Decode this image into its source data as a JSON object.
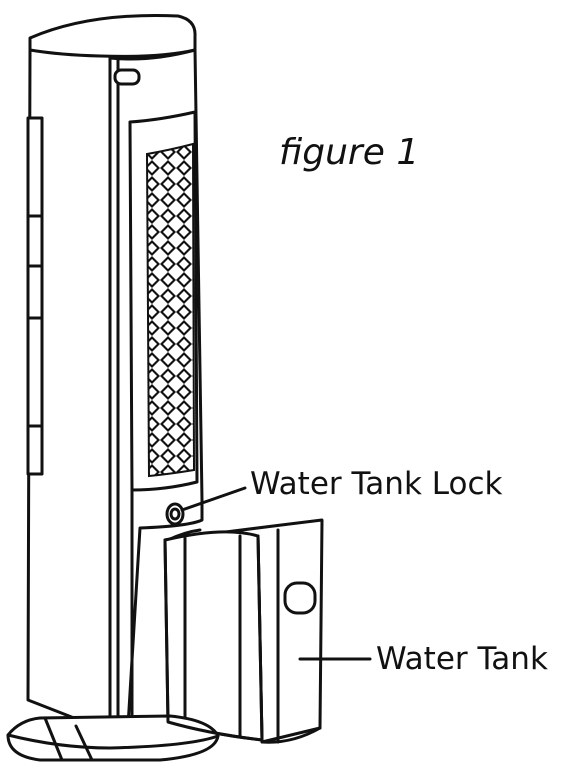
{
  "figure": {
    "title": "figure 1"
  },
  "callouts": {
    "water_tank_lock": "Water Tank Lock",
    "water_tank": "Water Tank"
  },
  "colors": {
    "line": "#111111",
    "background": "#ffffff"
  }
}
